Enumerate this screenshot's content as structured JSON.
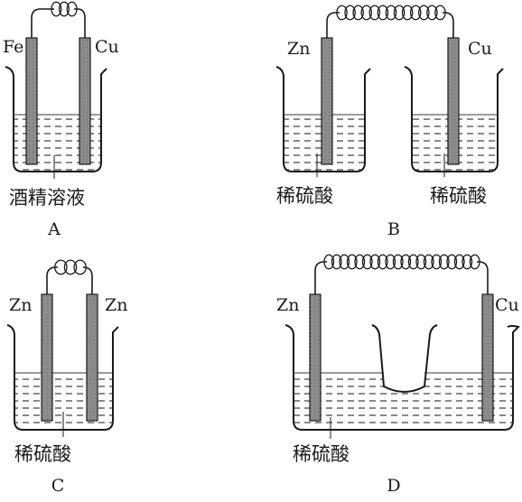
{
  "panels": [
    {
      "id": "A",
      "letter": "A",
      "left_electrode": "Fe",
      "right_electrode": "Cu",
      "solution": "酒精溶液"
    },
    {
      "id": "B",
      "letter": "B",
      "left_electrode": "Zn",
      "right_electrode": "Cu",
      "solution_left": "稀硫酸",
      "solution_right": "稀硫酸"
    },
    {
      "id": "C",
      "letter": "C",
      "left_electrode": "Zn",
      "right_electrode": "Zn",
      "solution": "稀硫酸"
    },
    {
      "id": "D",
      "letter": "D",
      "left_electrode": "Zn",
      "right_electrode": "Cu",
      "solution": "稀硫酸"
    }
  ],
  "colors": {
    "ink": "#1a1a1a",
    "electrode_fill": "#8c8c8c",
    "liquid_dash": "#3a3a3a"
  }
}
